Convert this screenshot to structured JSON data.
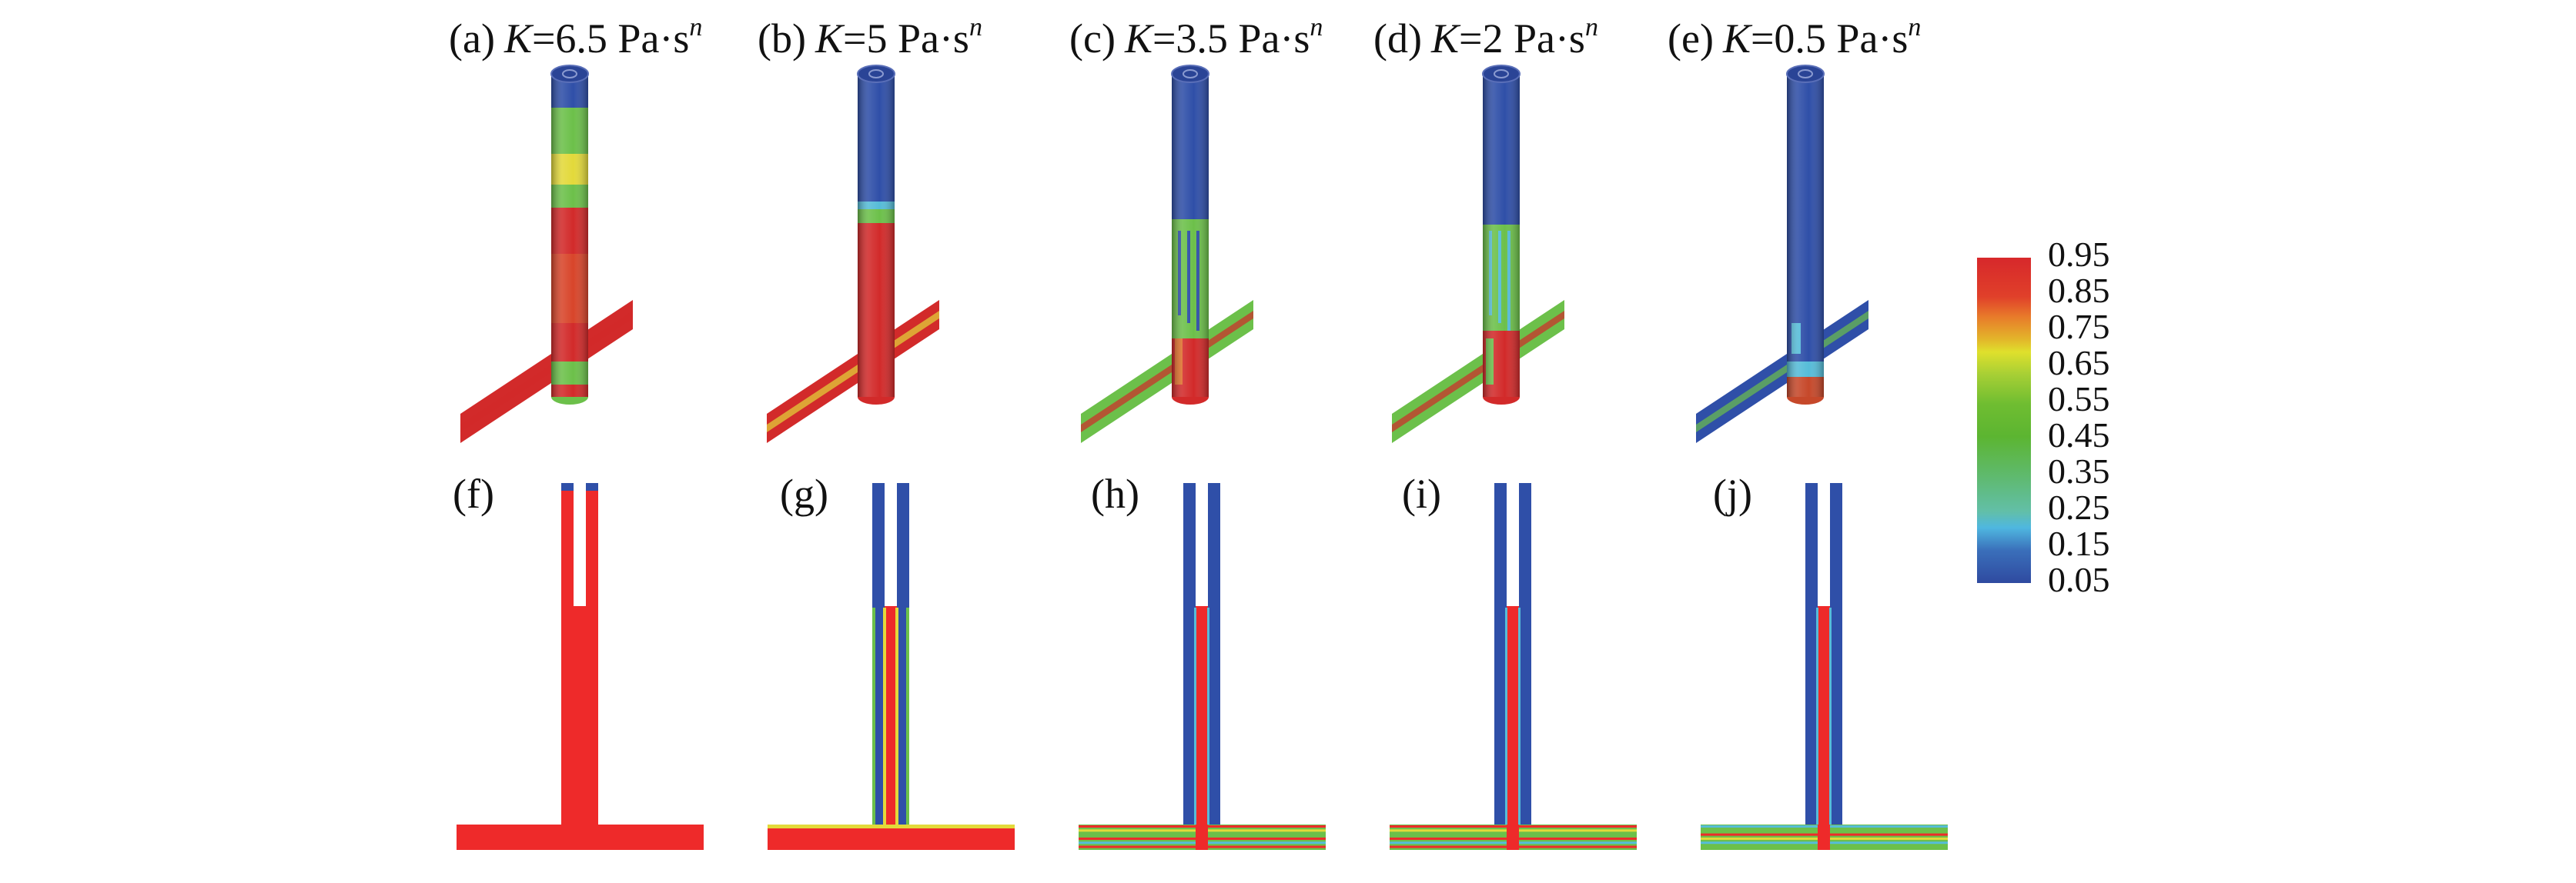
{
  "top_panels": [
    {
      "label": "(a)",
      "symbol": "K",
      "value": "=6.5 Pa·s",
      "exponent": "n"
    },
    {
      "label": "(b)",
      "symbol": "K",
      "value": "=5 Pa·s",
      "exponent": "n"
    },
    {
      "label": "(c)",
      "symbol": "K",
      "value": "=3.5 Pa·s",
      "exponent": "n"
    },
    {
      "label": "(d)",
      "symbol": "K",
      "value": "=2 Pa·s",
      "exponent": "n"
    },
    {
      "label": "(e)",
      "symbol": "K",
      "value": "=0.5 Pa·s",
      "exponent": "n"
    }
  ],
  "bottom_panels": [
    {
      "label": "(f)"
    },
    {
      "label": "(g)"
    },
    {
      "label": "(h)"
    },
    {
      "label": "(i)"
    },
    {
      "label": "(j)"
    }
  ],
  "colorbar": {
    "ticks": [
      "0.95",
      "0.85",
      "0.75",
      "0.65",
      "0.55",
      "0.45",
      "0.35",
      "0.25",
      "0.15",
      "0.05"
    ],
    "min": 0.05,
    "max": 0.95,
    "colors": {
      "high": "#d7282b",
      "upper": "#e8792a",
      "mid_high": "#dfe02c",
      "mid": "#5cb531",
      "mid_low": "#62bfa8",
      "low_cyan": "#4fb7e0",
      "low": "#2f4aa0"
    }
  }
}
